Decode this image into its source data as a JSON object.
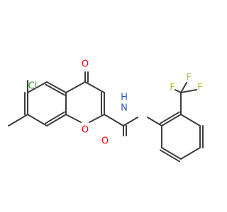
{
  "structure": {
    "atoms": {
      "O_ketone": "O",
      "Cl": "Cl",
      "O_ring": "O",
      "O_amide": "O",
      "NH": "N",
      "H": "H",
      "F_left": "F",
      "F_right": "F",
      "F_bottom": "F"
    }
  },
  "colors": {
    "bond": "#3c3c3c",
    "oxygen": "#ff0000",
    "chlorine": "#2e9e2e",
    "nitrogen": "#3050d0",
    "fluorine": "#9acd32"
  }
}
